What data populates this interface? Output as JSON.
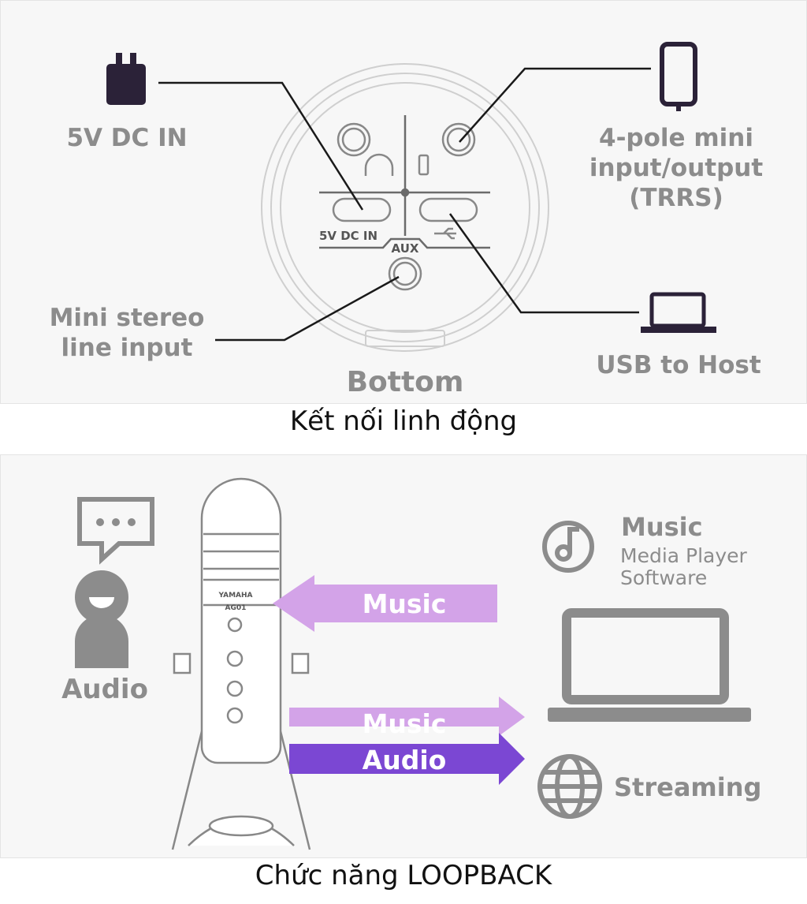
{
  "connectivity": {
    "labels": {
      "dc_in": "5V DC IN",
      "trrs": [
        "4-pole mini",
        "input/output",
        "(TRRS)"
      ],
      "line_input": [
        "Mini stereo",
        "line input"
      ],
      "usb": "USB to Host",
      "bottom": "Bottom",
      "panel_dc_in": "5V DC IN",
      "panel_aux": "AUX"
    },
    "caption": "Kết nối linh động"
  },
  "loopback": {
    "labels": {
      "audio_person": "Audio",
      "music_title": "Music",
      "media_player": [
        "Media Player",
        "Software"
      ],
      "arrow_music_in": "Music",
      "arrow_music_out": "Music",
      "arrow_audio_out": "Audio",
      "streaming": "Streaming",
      "mic_brand": "YAMAHA",
      "mic_model": "AG01"
    },
    "colors": {
      "light_arrow": "#d3a3e8",
      "dark_arrow": "#7b47d3",
      "label_gray": "#8c8c8c",
      "icon_dark": "#2b2238"
    },
    "caption": "Chức năng LOOPBACK"
  }
}
